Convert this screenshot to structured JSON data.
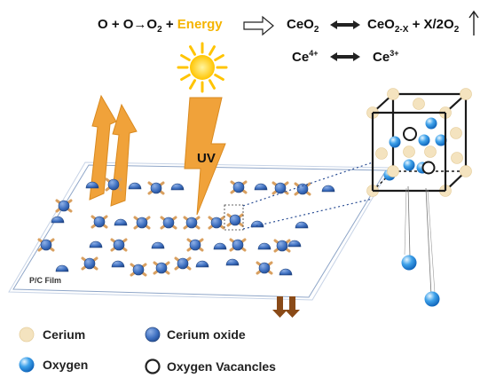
{
  "equations": {
    "reaction_left": "O + O→O",
    "reaction_sub": "2",
    "reaction_plus": " + ",
    "energy": "Energy",
    "ceo2_base": "CeO",
    "ceo2_sub": "2",
    "ceo2x_base": "CeO",
    "ceo2x_sub": "2-X",
    "ceo2x_tail": " + X/2O",
    "ceo2x_tail_sub": "2",
    "ce4_base": "Ce",
    "ce4_sup": "4+",
    "ce3_base": "Ce",
    "ce3_sup": "3+"
  },
  "labels": {
    "uv": "UV",
    "film": "P/C Film"
  },
  "legend": {
    "cerium": "Cerium",
    "cerium_oxide": "Cerium oxide",
    "oxygen": "Oxygen",
    "oxygen_vacancies": "Oxygen Vacancles"
  },
  "colors": {
    "cerium": "#f4e3bf",
    "cerium_oxide": "#3d73c4",
    "oxygen": "#2a86d8",
    "orange_arrow": "#f0a23a",
    "sun": "#ffc400",
    "brown_arrow": "#8a4a17"
  }
}
